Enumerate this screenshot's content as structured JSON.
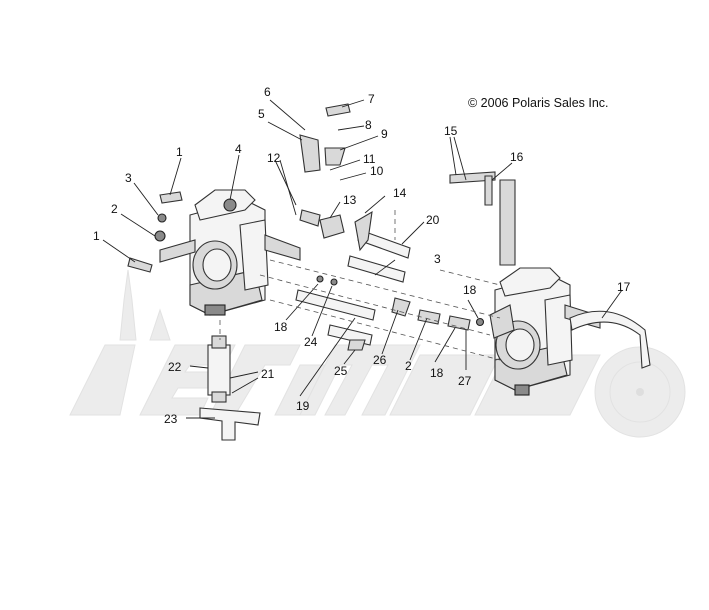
{
  "copyright": "© 2006 Polaris Sales Inc.",
  "callouts": [
    {
      "id": "c1a",
      "text": "1"
    },
    {
      "id": "c1b",
      "text": "1"
    },
    {
      "id": "c2a",
      "text": "2"
    },
    {
      "id": "c2b",
      "text": "2"
    },
    {
      "id": "c3a",
      "text": "3"
    },
    {
      "id": "c3b",
      "text": "3"
    },
    {
      "id": "c4",
      "text": "4"
    },
    {
      "id": "c5",
      "text": "5"
    },
    {
      "id": "c6",
      "text": "6"
    },
    {
      "id": "c7",
      "text": "7"
    },
    {
      "id": "c8",
      "text": "8"
    },
    {
      "id": "c9",
      "text": "9"
    },
    {
      "id": "c10",
      "text": "10"
    },
    {
      "id": "c11",
      "text": "11"
    },
    {
      "id": "c12",
      "text": "12"
    },
    {
      "id": "c13",
      "text": "13"
    },
    {
      "id": "c14",
      "text": "14"
    },
    {
      "id": "c15",
      "text": "15"
    },
    {
      "id": "c16",
      "text": "16"
    },
    {
      "id": "c17",
      "text": "17"
    },
    {
      "id": "c18a",
      "text": "18"
    },
    {
      "id": "c18b",
      "text": "18"
    },
    {
      "id": "c18c",
      "text": "18"
    },
    {
      "id": "c19",
      "text": "19"
    },
    {
      "id": "c20",
      "text": "20"
    },
    {
      "id": "c21",
      "text": "21"
    },
    {
      "id": "c22",
      "text": "22"
    },
    {
      "id": "c23",
      "text": "23"
    },
    {
      "id": "c24",
      "text": "24"
    },
    {
      "id": "c25",
      "text": "25"
    },
    {
      "id": "c26",
      "text": "26"
    },
    {
      "id": "c27",
      "text": "27"
    }
  ],
  "watermark_logo": "aerimore-logo-icon"
}
